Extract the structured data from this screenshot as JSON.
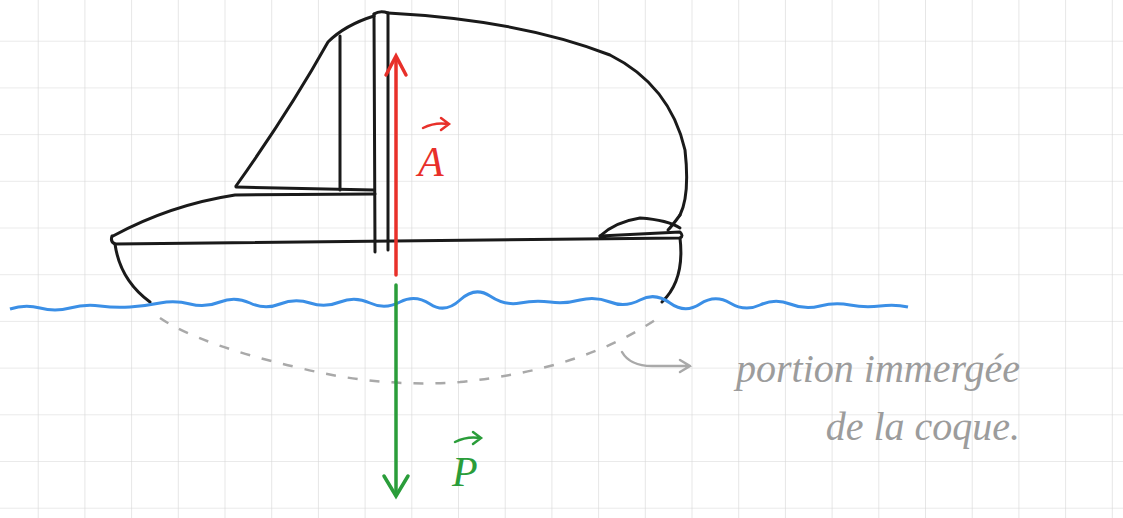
{
  "diagram": {
    "labels": [
      "A",
      "P",
      "portion immergée de la coque."
    ]
  }
}
